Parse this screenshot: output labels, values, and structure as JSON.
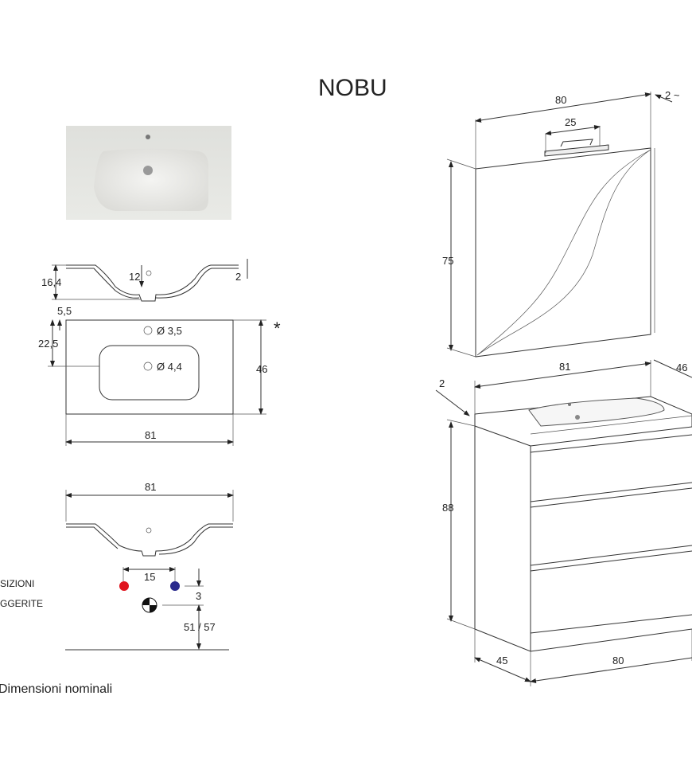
{
  "title": "NOBU",
  "left": {
    "side_section": {
      "height": "16,4",
      "depth": "12",
      "rim": "2"
    },
    "top_view": {
      "offset_x": "5,5",
      "offset_y": "22,5",
      "tap_hole": "Ø 3,5",
      "drain_hole": "Ø 4,4",
      "depth": "46",
      "width": "81",
      "asterisk": "*"
    },
    "front_section": {
      "width": "81"
    },
    "connections": {
      "spacing": "15",
      "drop": "3",
      "height": "51 / 57",
      "label_1": "SIZIONI",
      "label_2": "GGERITE",
      "hot_color": "#e0141e",
      "cold_color": "#2a2a8c"
    },
    "footnote": "Dimensioni nominali"
  },
  "right": {
    "mirror": {
      "width": "80",
      "lamp": "25",
      "thickness": "2 ~",
      "height": "75"
    },
    "cabinet": {
      "top_width": "81",
      "top_depth": "46",
      "top_thickness": "2",
      "height": "88",
      "depth": "45",
      "width": "80"
    }
  }
}
